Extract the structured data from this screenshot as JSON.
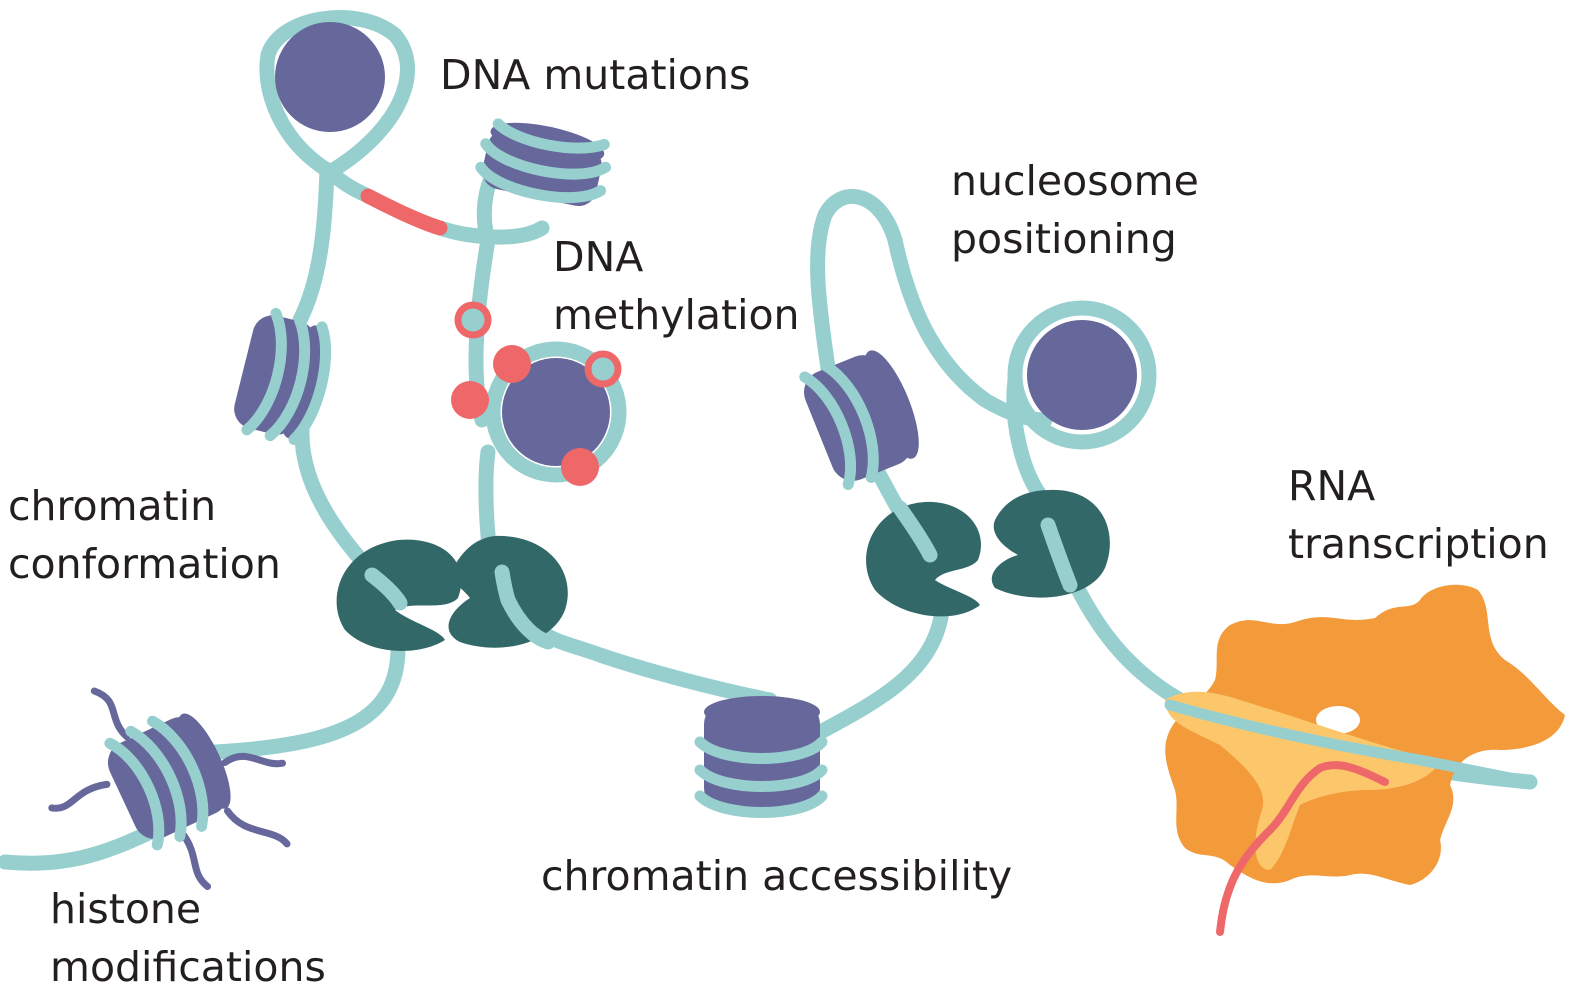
{
  "colors": {
    "dna": "#97cfcf",
    "histone": "#66679b",
    "cohesin": "#336868",
    "methyl": "#ef6869",
    "mutation": "#ef6869",
    "polymerase": "#f39a3a",
    "polymerase_core": "#fbc76a",
    "rna": "#ef6869",
    "text": "#231f20"
  },
  "labels": {
    "dna_mutations": "DNA mutations",
    "dna_methylation": {
      "line1": "DNA",
      "line2": "methylation"
    },
    "nucleosome_positioning": {
      "line1": "nucleosome",
      "line2": "positioning"
    },
    "chromatin_conformation": {
      "line1": "chromatin",
      "line2": "conformation"
    },
    "rna_transcription": {
      "line1": "RNA",
      "line2": "transcription"
    },
    "chromatin_accessibility": "chromatin accessibility",
    "histone_modifications": {
      "line1": "histone",
      "line2": "modifications"
    }
  }
}
